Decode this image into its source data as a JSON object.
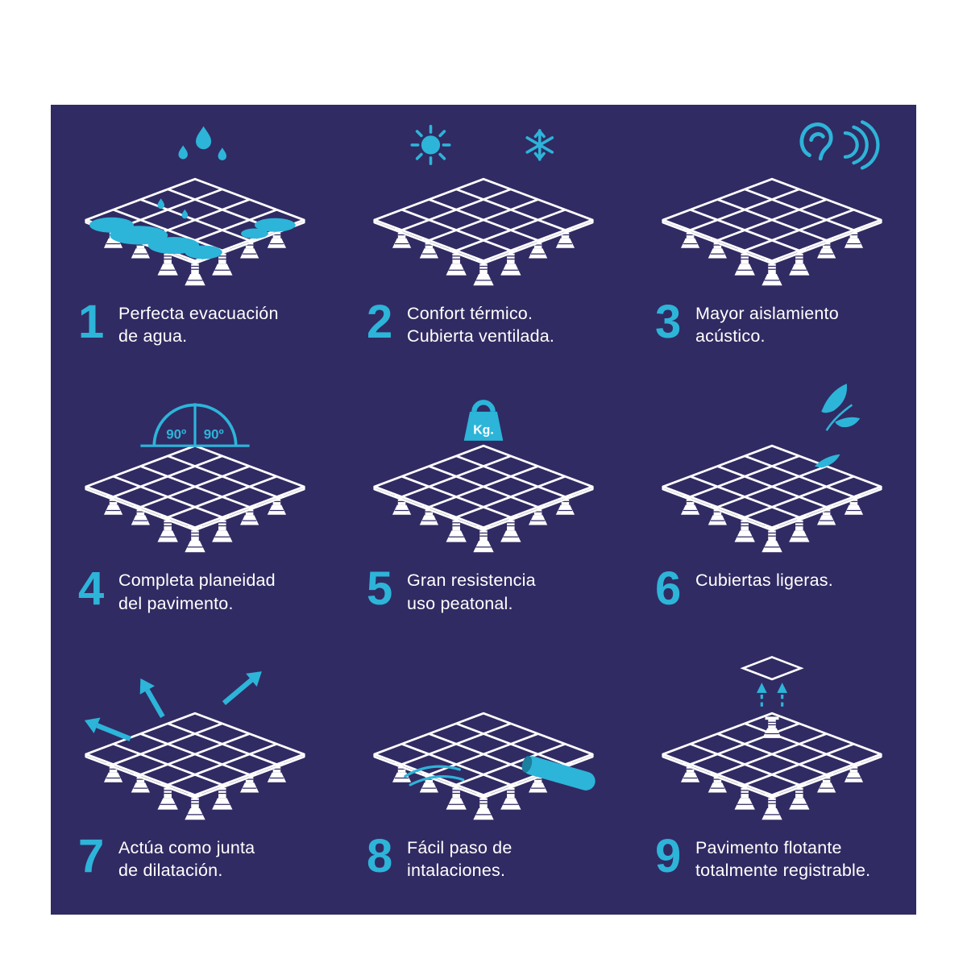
{
  "colors": {
    "background": "#312b63",
    "accent": "#2db4d9",
    "text": "#ffffff"
  },
  "cells": [
    {
      "number": "1",
      "lines": [
        "Perfecta evacuación",
        "de agua."
      ],
      "icon": "water-drops-icon"
    },
    {
      "number": "2",
      "lines": [
        "Confort térmico.",
        "Cubierta ventilada."
      ],
      "icon": "sun-snowflake-icon"
    },
    {
      "number": "3",
      "lines": [
        "Mayor aislamiento",
        "acústico."
      ],
      "icon": "ear-sound-waves-icon"
    },
    {
      "number": "4",
      "lines": [
        "Completa planeidad",
        "del pavimento."
      ],
      "icon": "right-angle-icon",
      "labels": [
        "90º",
        "90º"
      ]
    },
    {
      "number": "5",
      "lines": [
        "Gran resistencia",
        "uso peatonal."
      ],
      "icon": "weight-kg-icon",
      "label": "Kg."
    },
    {
      "number": "6",
      "lines": [
        "Cubiertas ligeras."
      ],
      "icon": "feather-icon"
    },
    {
      "number": "7",
      "lines": [
        "Actúa como junta",
        "de dilatación."
      ],
      "icon": "expansion-arrows-icon"
    },
    {
      "number": "8",
      "lines": [
        "Fácil paso de",
        "intalaciones."
      ],
      "icon": "pipes-cables-icon"
    },
    {
      "number": "9",
      "lines": [
        "Pavimento flotante",
        "totalmente registrable."
      ],
      "icon": "floating-tile-icon"
    }
  ]
}
